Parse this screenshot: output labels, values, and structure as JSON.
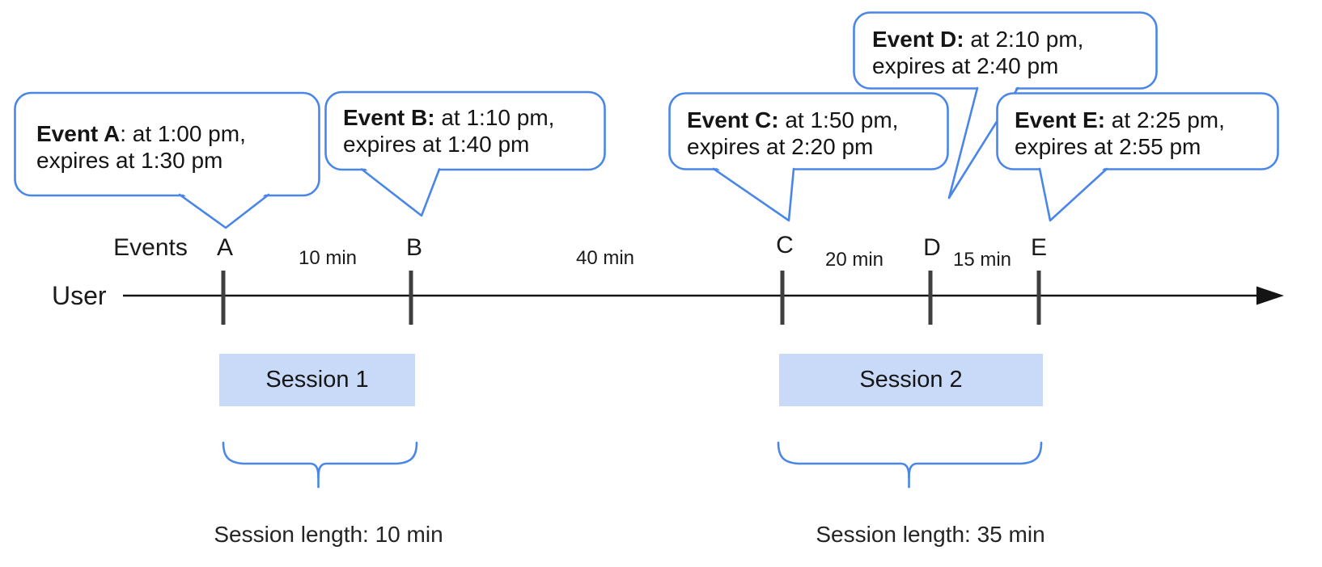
{
  "timeline": {
    "user_label": "User",
    "events_label": "Events",
    "ticks": [
      "A",
      "B",
      "C",
      "D",
      "E"
    ],
    "gap_labels": [
      "10 min",
      "40 min",
      "20 min",
      "15 min"
    ]
  },
  "bubbles": [
    {
      "bold": "Event A",
      "rest": ": at 1:00 pm,",
      "line2": "expires at 1:30 pm"
    },
    {
      "bold": "Event B:",
      "rest": " at 1:10 pm,",
      "line2": "expires at 1:40 pm"
    },
    {
      "bold": "Event C:",
      "rest": " at 1:50 pm,",
      "line2": "expires at 2:20 pm"
    },
    {
      "bold": "Event D:",
      "rest": " at 2:10 pm,",
      "line2": "expires at 2:40 pm"
    },
    {
      "bold": "Event E:",
      "rest": " at 2:25 pm,",
      "line2": "expires at 2:55 pm"
    }
  ],
  "sessions": [
    {
      "label": "Session 1",
      "length_label": "Session length: 10 min"
    },
    {
      "label": "Session 2",
      "length_label": "Session length: 35 min"
    }
  ],
  "colors": {
    "accent_blue": "#4a86e8",
    "session_fill": "#c9daf8",
    "tick_gray": "#3f3f3f",
    "line_black": "#141414"
  }
}
